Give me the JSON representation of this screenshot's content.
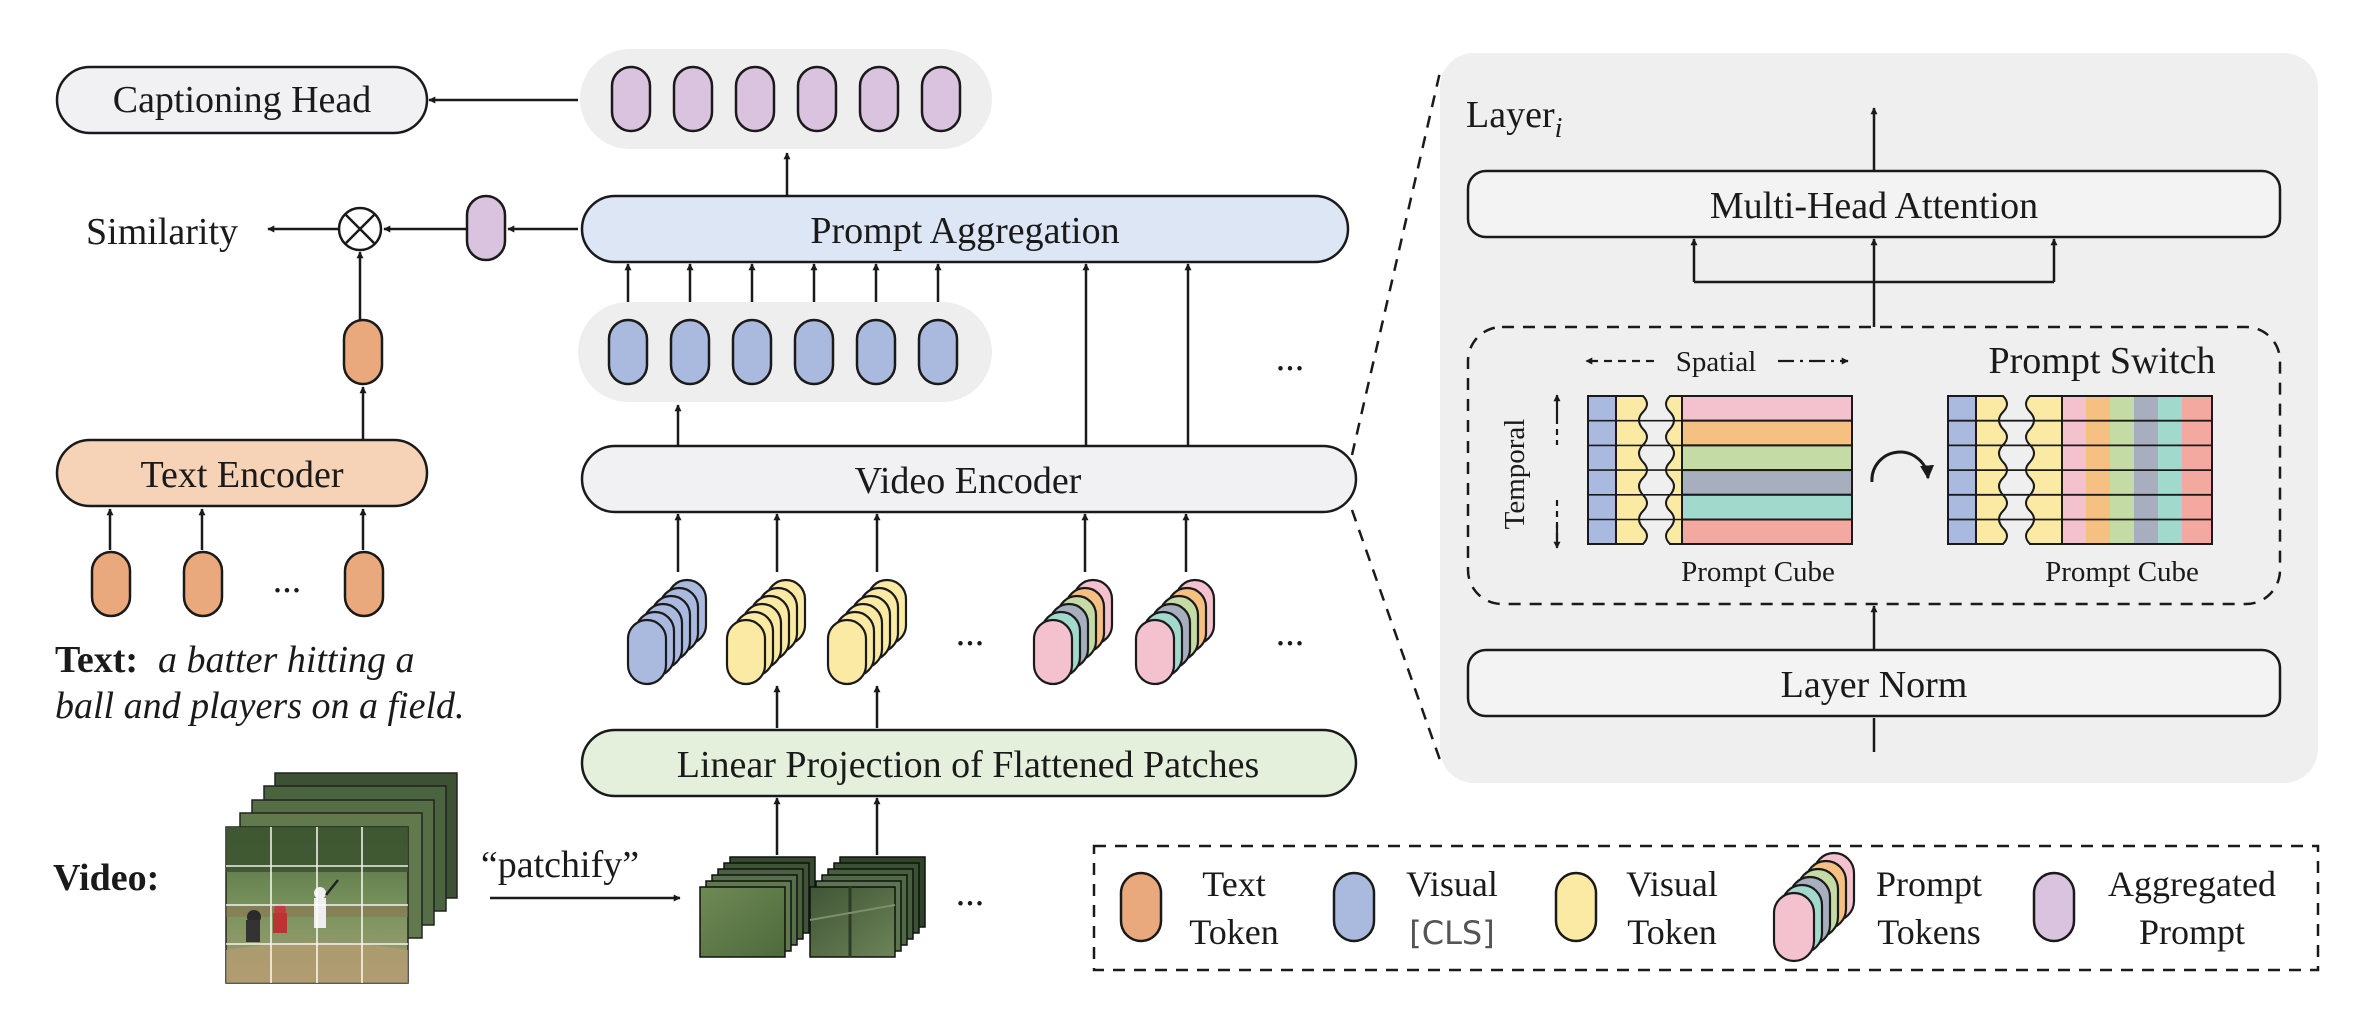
{
  "left": {
    "captioning_head": "Captioning Head",
    "similarity": "Similarity",
    "text_encoder": "Text Encoder",
    "text_ellipsis": "...",
    "text_caption_label": "Text:",
    "text_caption_line1": "a batter hitting a",
    "text_caption_line2": "ball and players on a field.",
    "video_label": "Video:",
    "patchify": "“patchify”"
  },
  "center": {
    "prompt_aggregation": "Prompt Aggregation",
    "video_encoder": "Video Encoder",
    "linear_projection": "Linear Projection of Flattened Patches",
    "ellipsis": "..."
  },
  "layer_panel": {
    "layer_title": "Layer",
    "layer_subscript": "i",
    "multi_head_attention": "Multi-Head Attention",
    "layer_norm": "Layer Norm",
    "prompt_switch": "Prompt Switch",
    "spatial": "Spatial",
    "temporal": "Temporal",
    "prompt_cube_left": "Prompt Cube",
    "prompt_cube_right": "Prompt Cube"
  },
  "legend": {
    "text_token": [
      "Text",
      "Token"
    ],
    "visual_cls": [
      "Visual",
      "[CLS]"
    ],
    "visual_token": [
      "Visual",
      "Token"
    ],
    "prompt_tokens": [
      "Prompt",
      "Tokens"
    ],
    "aggregated_prompt": [
      "Aggregated",
      "Prompt"
    ]
  },
  "colors": {
    "text_token": "#e9a97c",
    "visual_cls": "#aab9de",
    "visual_token": "#fbeaa4",
    "prompt_pink": "#f4c1cf",
    "prompt_orange": "#f6c082",
    "prompt_green": "#c4dba6",
    "prompt_gray": "#a7afbe",
    "prompt_teal": "#a2d9cd",
    "aggregated_prompt": "#d9c3df",
    "text_encoder_fill": "#f6d2b6",
    "prompt_agg_fill": "#dde6f4",
    "linear_proj_fill": "#e4f0dc",
    "panel_bg": "#efefef"
  }
}
